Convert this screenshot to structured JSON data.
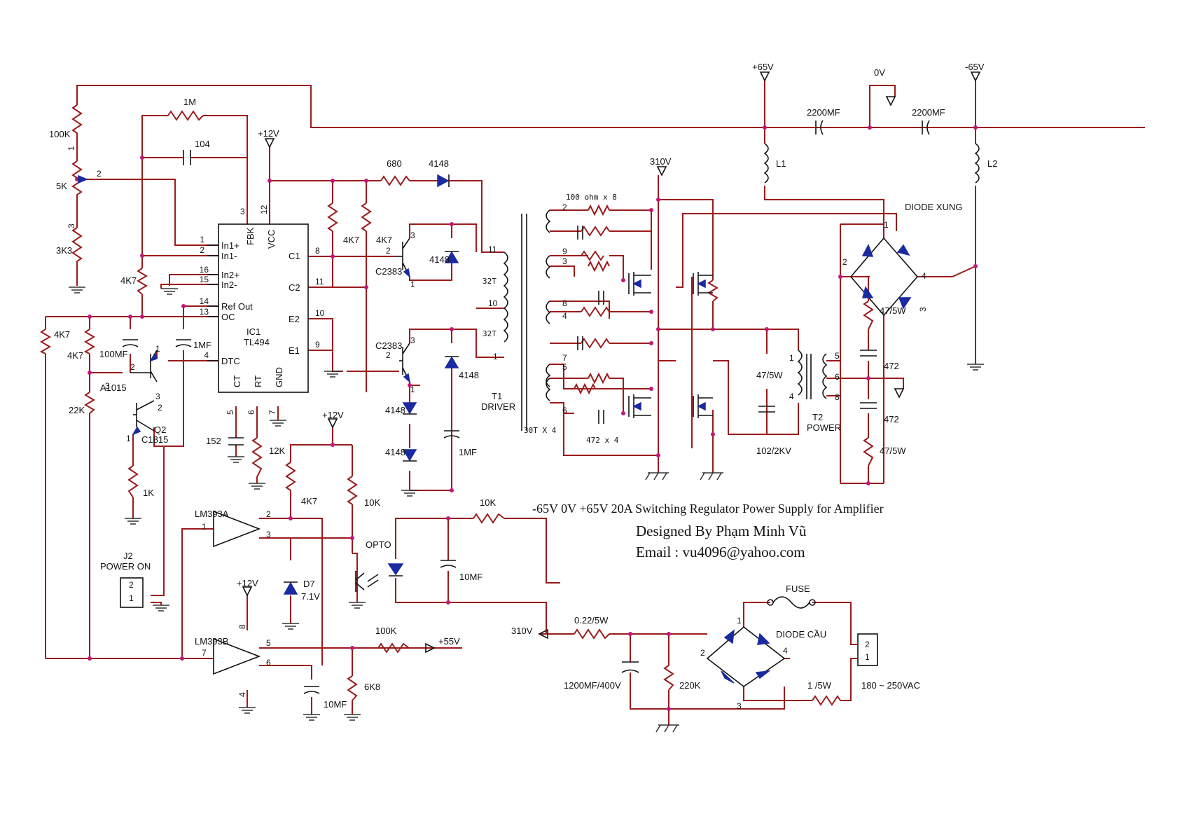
{
  "title": {
    "line1": "-65V  0V +65V 20A Switching Regulator Power Supply for Amplifier",
    "line2": "Designed By Phạm Minh Vũ",
    "line3": "Email : vu4096@yahoo.com"
  },
  "rails": {
    "pos65": "+65V",
    "zero": "0V",
    "neg65": "-65V",
    "v310_top": "310V",
    "v12_a": "+12V",
    "v12_b": "+12V",
    "v12_c": "+12V",
    "v55": "+55V",
    "v310_in": "310V"
  },
  "ic1": {
    "name": "IC1",
    "part": "TL494",
    "pins_left": [
      "In1+",
      "In1-",
      "In2+",
      "In2-",
      "Ref Out",
      "OC",
      "DTC"
    ],
    "pins_left_num": [
      "1",
      "2",
      "16",
      "15",
      "14",
      "13",
      "4"
    ],
    "pins_right": [
      "C1",
      "C2",
      "E2",
      "E1"
    ],
    "pins_right_num": [
      "8",
      "11",
      "10",
      "9"
    ],
    "pins_top": [
      "FBK",
      "VCC"
    ],
    "pins_top_num": [
      "3",
      "12"
    ],
    "pins_bottom": [
      "CT",
      "RT",
      "GND"
    ],
    "pins_bottom_num": [
      "5",
      "6",
      "7"
    ]
  },
  "components": {
    "r100k": "100K",
    "r1m": "1M",
    "c104": "104",
    "pot5k": "5K",
    "pin2": "2",
    "r3k3": "3K3",
    "r4k7_a": "4K7",
    "r4k7_b": "4K7",
    "r4k7_c": "4K7",
    "r4k7_d": "4K7",
    "r4k7_e": "4K7",
    "r4k7_f": "4K7",
    "c100mf": "100MF",
    "c1mf_a": "1MF",
    "a1015": "A1015",
    "r22k": "22K",
    "q2": "Q2",
    "c1815": "C1815",
    "r1k": "1K",
    "c152": "152",
    "r12k": "12K",
    "r680": "680",
    "d4148_a": "4148",
    "d4148_b": "4148",
    "d4148_c": "4148",
    "d4148_d": "4148",
    "d4148_e": "4148",
    "c2383_a": "C2383",
    "c2383_b": "C2383",
    "c1mf_b": "1MF",
    "t1": "T1",
    "t1b": "DRIVER",
    "turns32a": "32T",
    "turns32b": "32T",
    "r100x8": "100 ohm x 8",
    "turns30x4": "30T X 4",
    "c472x4": "472 x 4",
    "c2200_a": "2200MF",
    "c2200_b": "2200MF",
    "l1": "L1",
    "l2": "L2",
    "dxung": "DIODE XUNG",
    "r47_a": "47/5W",
    "r47_b": "47/5W",
    "r47_c": "47/5W",
    "c472_a": "472",
    "c472_b": "472",
    "t2": "T2",
    "t2b": "POWER",
    "c102": "102/2KV",
    "lm393a": "LM393A",
    "lm393b": "LM393B",
    "d7": "D7",
    "d7v": "7.1V",
    "r10k_a": "10K",
    "r10k_b": "10K",
    "opto": "OPTO",
    "c10mf_a": "10MF",
    "c10mf_b": "10MF",
    "r100k_b": "100K",
    "r6k8": "6K8",
    "j2": "J2",
    "j2b": "POWER ON",
    "j2p2": "2",
    "j2p1": "1",
    "r022": "0.22/5W",
    "c1200": "1200MF/400V",
    "r220k": "220K",
    "fuse": "FUSE",
    "dcau": "DIODE CẦU",
    "r1_5w": "1 /5W",
    "vac": "180 ~ 250VAC",
    "jac2": "2",
    "jac1": "1"
  },
  "pins": {
    "q_a_e": "1",
    "q_a_b": "2",
    "q_a_c": "3",
    "q_b_e": "1",
    "q_b_b": "2",
    "q_b_c": "3",
    "a1015_1": "1",
    "a1015_2": "2",
    "a1015_3": "3",
    "q2_1": "1",
    "q2_2": "2",
    "q2_3": "3",
    "t1_11": "11",
    "t1_10": "10",
    "t1_1": "1",
    "t1s_2": "2",
    "t1s_9": "9",
    "t1s_3": "3",
    "t1s_8": "8",
    "t1s_4": "4",
    "t1s_7": "7",
    "t1s_5": "5",
    "t1s_6": "6",
    "t2_1": "1",
    "t2_4": "4",
    "t2_5": "5",
    "t2_6": "6",
    "t2_8": "8",
    "dx_2": "2",
    "dx_1": "1",
    "dx_3": "3",
    "dx_4": "4",
    "dc_2": "2",
    "dc_1": "1",
    "dc_3": "3",
    "dc_4": "4",
    "la_1": "1",
    "la_2": "2",
    "la_3": "3",
    "lb_7": "7",
    "lb_5": "5",
    "lb_6": "6",
    "lb_8": "8",
    "lb_4": "4",
    "pot_1": "1",
    "pot_3": "3"
  }
}
